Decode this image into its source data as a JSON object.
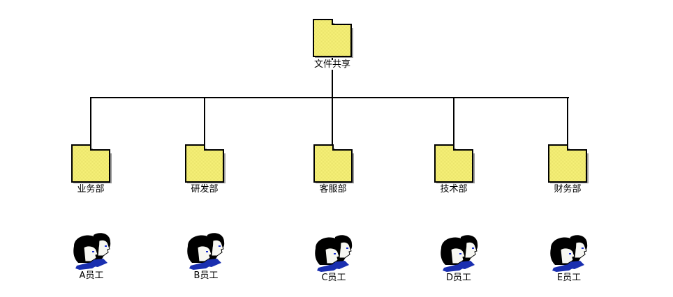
{
  "root": {
    "label": "文件共享",
    "icon": "folder-icon"
  },
  "departments": [
    {
      "label": "业务部",
      "icon": "folder-icon"
    },
    {
      "label": "研发部",
      "icon": "folder-icon"
    },
    {
      "label": "客服部",
      "icon": "folder-icon"
    },
    {
      "label": "技术部",
      "icon": "folder-icon"
    },
    {
      "label": "财务部",
      "icon": "folder-icon"
    }
  ],
  "employees": [
    {
      "label": "A员工",
      "icon": "user-group-icon"
    },
    {
      "label": "B员工",
      "icon": "user-group-icon"
    },
    {
      "label": "C员工",
      "icon": "user-group-icon"
    },
    {
      "label": "D员工",
      "icon": "user-group-icon"
    },
    {
      "label": "E员工",
      "icon": "user-group-icon"
    }
  ],
  "colors": {
    "folder_fill": "#f5f07a",
    "folder_stroke": "#000000",
    "hair": "#000000",
    "shirt": "#1a2fb0",
    "eye": "#1a2fd0",
    "skin": "#f7f7f2"
  }
}
